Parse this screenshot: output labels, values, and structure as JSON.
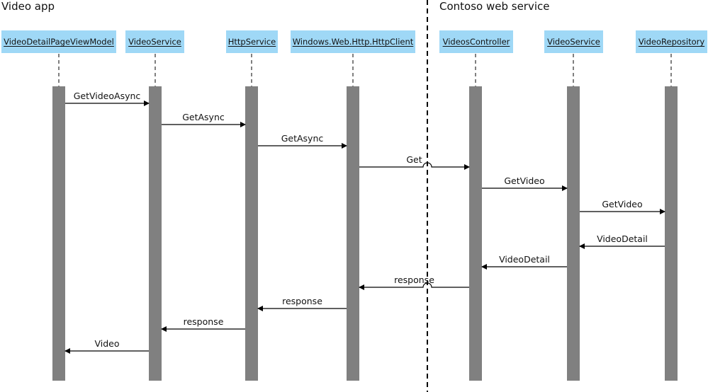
{
  "groups": {
    "left": "Video app",
    "right": "Contoso web service"
  },
  "participants": [
    {
      "id": "vdpvm",
      "label": "VideoDetailPageViewModel"
    },
    {
      "id": "vs_client",
      "label": "VideoService"
    },
    {
      "id": "http",
      "label": "HttpService"
    },
    {
      "id": "hc",
      "label": "Windows.Web.Http.HttpClient"
    },
    {
      "id": "vc",
      "label": "VideosController"
    },
    {
      "id": "vs_server",
      "label": "VideoService"
    },
    {
      "id": "repo",
      "label": "VideoRepository"
    }
  ],
  "messages": [
    {
      "label": "GetVideoAsync",
      "from": 0,
      "to": 1
    },
    {
      "label": "GetAsync",
      "from": 1,
      "to": 2
    },
    {
      "label": "GetAsync",
      "from": 2,
      "to": 3
    },
    {
      "label": "Get",
      "from": 3,
      "to": 4
    },
    {
      "label": "GetVideo",
      "from": 4,
      "to": 5
    },
    {
      "label": "GetVideo",
      "from": 5,
      "to": 6
    },
    {
      "label": "VideoDetail",
      "from": 6,
      "to": 5
    },
    {
      "label": "VideoDetail",
      "from": 5,
      "to": 4
    },
    {
      "label": "response",
      "from": 4,
      "to": 3
    },
    {
      "label": "response",
      "from": 3,
      "to": 2
    },
    {
      "label": "response",
      "from": 2,
      "to": 1
    },
    {
      "label": "Video",
      "from": 1,
      "to": 0
    }
  ],
  "colors": {
    "participant_fill": "#9fd8f6",
    "activation_bar": "#808080",
    "line": "#000000"
  }
}
